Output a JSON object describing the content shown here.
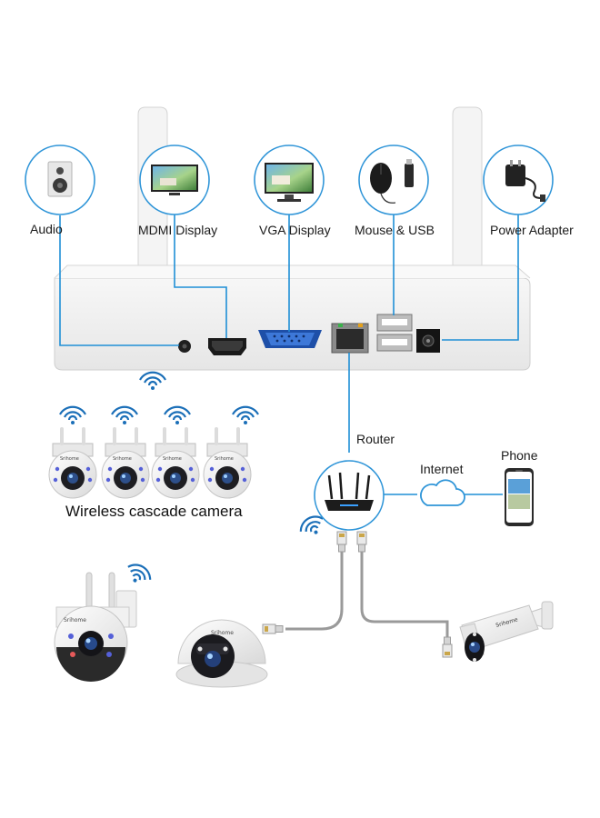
{
  "devices": {
    "audio": "Audio",
    "hdmi_display": "MDMI Display",
    "vga_display": "VGA Display",
    "mouse_usb": "Mouse & USB",
    "power_adapter": "Power Adapter"
  },
  "network": {
    "router": "Router",
    "internet": "Internet",
    "phone": "Phone"
  },
  "cameras": {
    "wireless_cascade": "Wireless cascade camera",
    "brand": "Srihome"
  },
  "colors": {
    "connector_line": "#1f8fd6",
    "circle_border": "#2f95d8",
    "cable_gray": "#9a9a9a",
    "wifi_blue": "#1b6fb8"
  }
}
